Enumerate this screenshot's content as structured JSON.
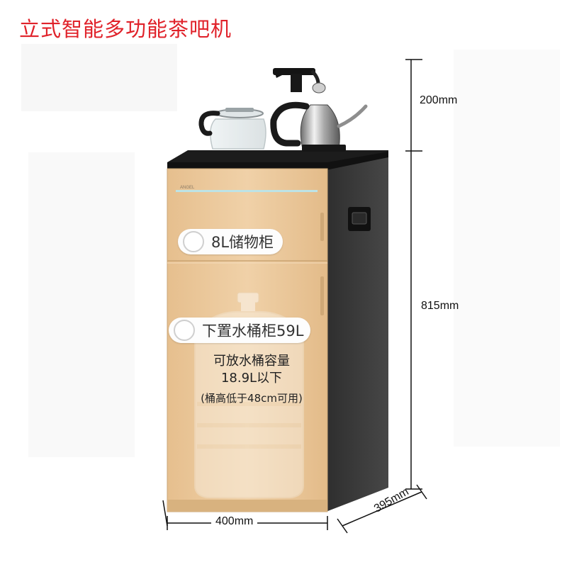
{
  "title": "立式智能多功能茶吧机",
  "dimensions": {
    "top_height": "200mm",
    "body_height": "815mm",
    "width": "400mm",
    "depth": "395mm"
  },
  "labels": {
    "storage": "8L储物柜",
    "bucket_cabinet": "下置水桶柜59L",
    "note_line1": "可放水桶容量",
    "note_line2": "18.9L以下",
    "note_line3": "(桶高低于48cm可用)"
  },
  "colors": {
    "title": "#e0222a",
    "cabinet_front": "#ecc99c",
    "cabinet_side": "#3a3a3a",
    "top_panel": "#1c1c1c"
  },
  "icons": [
    "kettle-icon",
    "teapot-icon",
    "water-bottle-icon",
    "handle-icon"
  ]
}
